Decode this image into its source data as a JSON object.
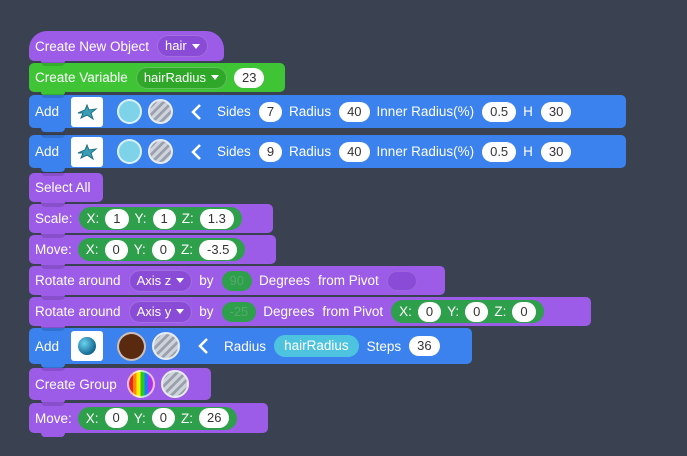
{
  "b1": {
    "label": "Create New Object",
    "obj": "hair"
  },
  "b2": {
    "label": "Create Variable",
    "var": "hairRadius",
    "value": "23"
  },
  "b3": {
    "label": "Add",
    "sides_l": "Sides",
    "sides": "7",
    "radius_l": "Radius",
    "radius": "40",
    "inner_l": "Inner Radius(%)",
    "inner": "0.5",
    "h_l": "H",
    "h": "30",
    "color": "#7fd3e8"
  },
  "b4": {
    "label": "Add",
    "sides_l": "Sides",
    "sides": "9",
    "radius_l": "Radius",
    "radius": "40",
    "inner_l": "Inner Radius(%)",
    "inner": "0.5",
    "h_l": "H",
    "h": "30",
    "color": "#7fd3e8"
  },
  "b5": {
    "label": "Select All"
  },
  "b6": {
    "label": "Scale:",
    "xl": "X:",
    "x": "1",
    "yl": "Y:",
    "y": "1",
    "zl": "Z:",
    "z": "1.3"
  },
  "b7": {
    "label": "Move:",
    "xl": "X:",
    "x": "0",
    "yl": "Y:",
    "y": "0",
    "zl": "Z:",
    "z": "-3.5"
  },
  "b8": {
    "label": "Rotate around",
    "axis": "Axis z",
    "by": "by",
    "deg": "90",
    "deg_l": "Degrees",
    "pivot_l": "from Pivot"
  },
  "b9": {
    "label": "Rotate around",
    "axis": "Axis y",
    "by": "by",
    "deg": "-25",
    "deg_l": "Degrees",
    "pivot_l": "from Pivot",
    "xl": "X:",
    "x": "0",
    "yl": "Y:",
    "y": "0",
    "zl": "Z:",
    "z": "0"
  },
  "b10": {
    "label": "Add",
    "radius_l": "Radius",
    "radius": "hairRadius",
    "steps_l": "Steps",
    "steps": "36",
    "color": "#5a2a10"
  },
  "b11": {
    "label": "Create Group"
  },
  "b12": {
    "label": "Move:",
    "xl": "X:",
    "x": "0",
    "yl": "Y:",
    "y": "0",
    "zl": "Z:",
    "z": "26"
  },
  "colors": {
    "purple": "#9c5ce8",
    "green": "#3ec435",
    "blue": "#3b82ee",
    "background": "#3a4150"
  }
}
